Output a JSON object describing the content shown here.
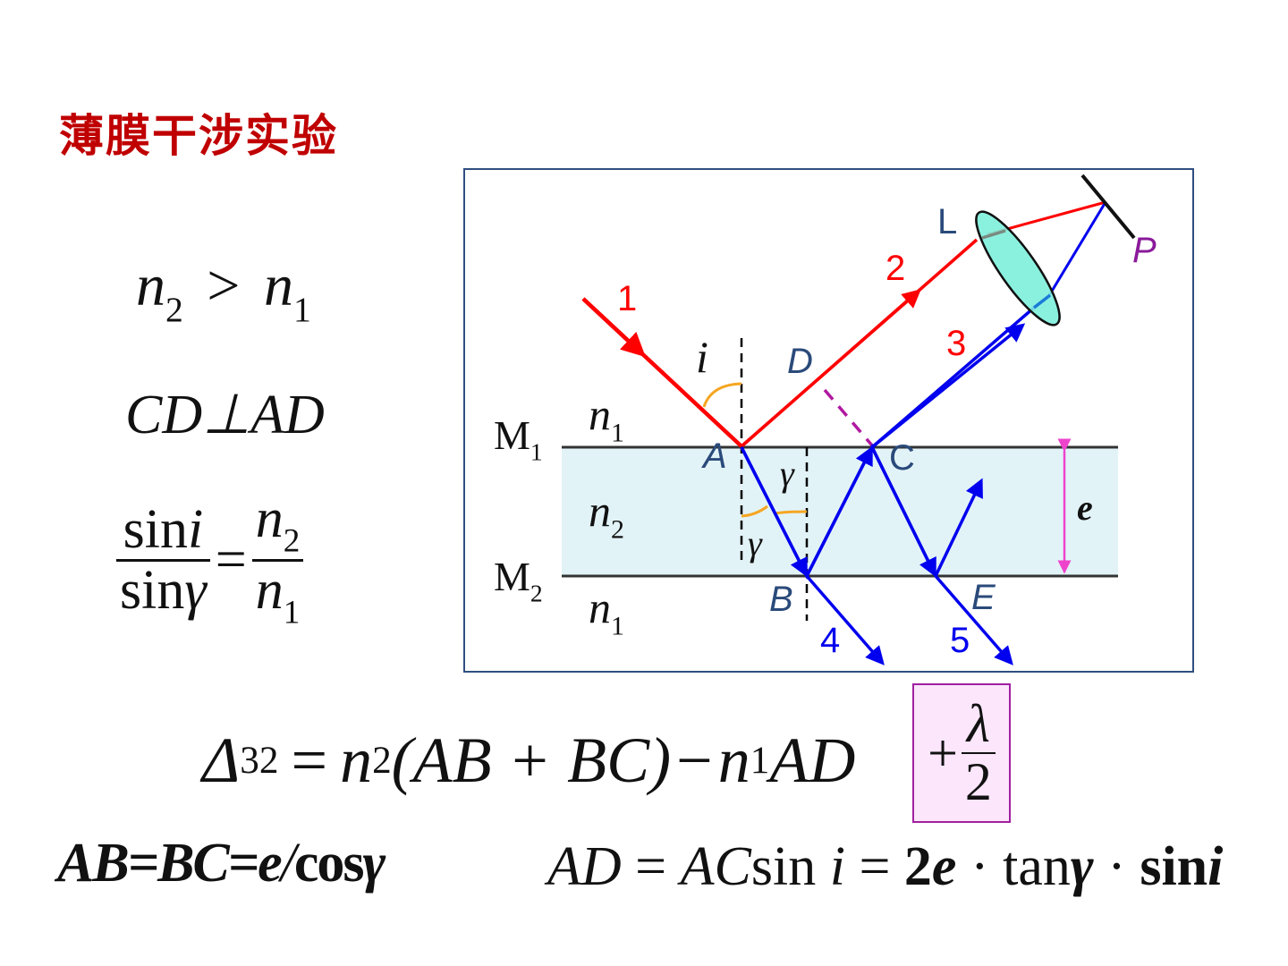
{
  "title": "薄膜干涉实验",
  "left_formulas": {
    "condition": {
      "n2": "n",
      "n2_sub": "2",
      "op": ">",
      "n1": "n",
      "n1_sub": "1"
    },
    "perpendicular": "CD⊥AD",
    "snell": {
      "num": "sin",
      "num_var": "i",
      "den": "sin",
      "den_var": "γ",
      "eq": "=",
      "rhs_num": "n",
      "rhs_num_sub": "2",
      "rhs_den": "n",
      "rhs_den_sub": "1"
    }
  },
  "diagram": {
    "border_color": "#2f4f7f",
    "film_color": "#e2f3f8",
    "ray_red": "#ff0000",
    "ray_blue": "#0000ee",
    "angle_arc_color": "#f5a623",
    "thickness_arrow_color": "#ee44cc",
    "lens_color": "#7ef0dc",
    "labels": {
      "ray1": "1",
      "ray2": "2",
      "ray3": "3",
      "ray4": "4",
      "ray5": "5",
      "lens": "L",
      "screen": "P",
      "pointA": "A",
      "pointB": "B",
      "pointC": "C",
      "pointD": "D",
      "pointE": "E",
      "angle_i": "i",
      "angle_gamma": "γ",
      "surface1": "M",
      "surface1_sub": "1",
      "surface2": "M",
      "surface2_sub": "2",
      "medium_top": "n",
      "medium_top_sub": "1",
      "medium_film": "n",
      "medium_film_sub": "2",
      "medium_bottom": "n",
      "medium_bottom_sub": "1",
      "thickness": "e"
    }
  },
  "path_difference": {
    "lhs": "Δ",
    "lhs_sub": "32",
    "eq": "=",
    "term1": "n",
    "term1_sub": "2",
    "paren": "(AB + BC)",
    "minus": "−",
    "term2": "n",
    "term2_sub": "1",
    "term2_var": "AD",
    "extra_plus": "+",
    "extra_num": "λ",
    "extra_den": "2"
  },
  "bottom_formulas": {
    "ab_bc": {
      "lhs": "AB",
      "eq1": "=",
      "mid": "BC",
      "eq2": "=",
      "num": "e",
      "slash": "/",
      "den": "cos",
      "den_var": "γ"
    },
    "ad": {
      "lhs": "AD",
      "eq1": "=",
      "ac": "AC",
      "sin": "sin",
      "i": "i",
      "eq2": "=",
      "coef": "2",
      "e": "e",
      "dot1": "·",
      "tan": "tan",
      "gamma": "γ",
      "dot2": "·",
      "sin2": "sin",
      "i2": "i"
    }
  }
}
